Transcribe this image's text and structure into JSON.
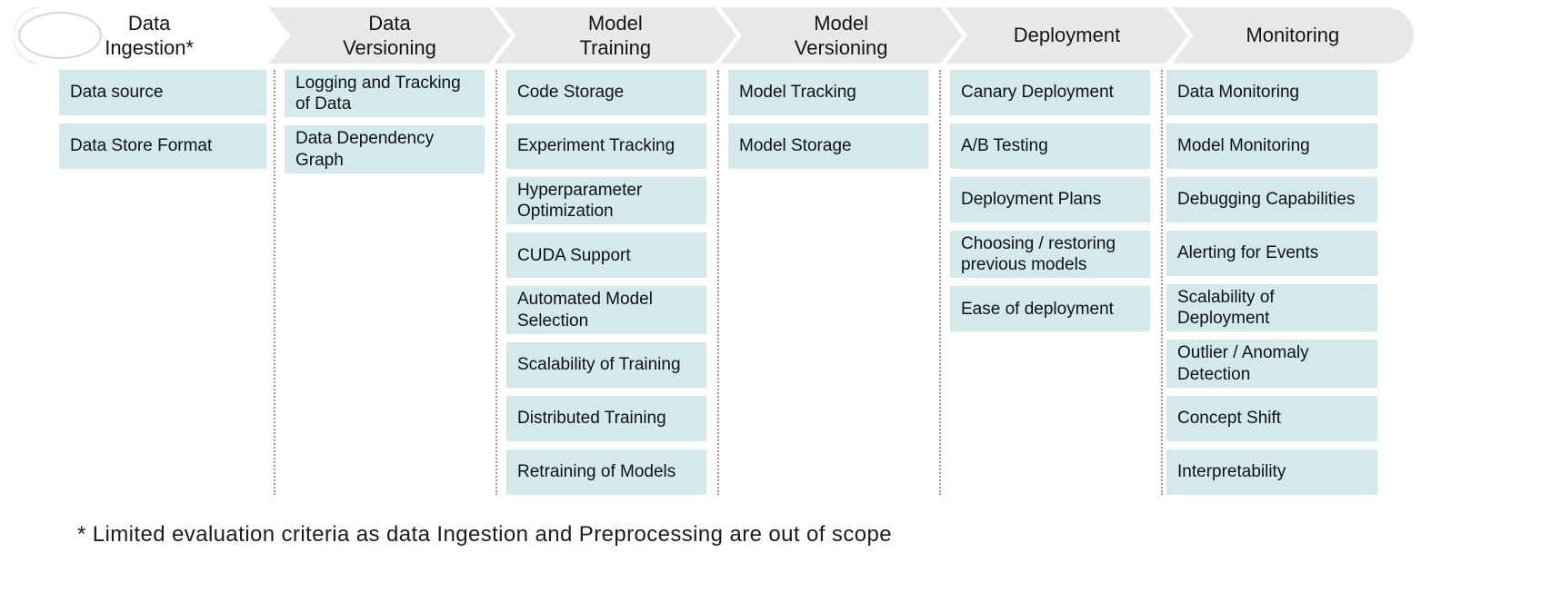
{
  "stages": [
    {
      "label": "Data Ingestion*",
      "items": [
        "Data source",
        "Data Store Format"
      ]
    },
    {
      "label": "Data Versioning",
      "items": [
        "Logging and Tracking of Data",
        "Data Dependency Graph"
      ]
    },
    {
      "label": "Model Training",
      "items": [
        "Code Storage",
        "Experiment Tracking",
        "Hyperparameter Optimization",
        "CUDA Support",
        "Automated Model Selection",
        "Scalability of Training",
        "Distributed Training",
        "Retraining of Models"
      ]
    },
    {
      "label": "Model Versioning",
      "items": [
        "Model Tracking",
        "Model Storage"
      ]
    },
    {
      "label": "Deployment",
      "items": [
        "Canary Deployment",
        "A/B Testing",
        "Deployment Plans",
        "Choosing / restoring previous models",
        "Ease of deployment"
      ]
    },
    {
      "label": "Monitoring",
      "items": [
        "Data Monitoring",
        "Model Monitoring",
        "Debugging Capabilities",
        "Alerting for Events",
        "Scalability of Deployment",
        "Outlier / Anomaly Detection",
        "Concept Shift",
        "Interpretability"
      ]
    }
  ],
  "footnote": "* Limited evaluation criteria as data Ingestion and Preprocessing are out of scope",
  "colors": {
    "box_fill": "#d3e9eb",
    "stage_fill": "#e8e8e8",
    "stage_first_fill": "#ffffff",
    "separator": "#9b9b9b",
    "text": "#111111"
  }
}
